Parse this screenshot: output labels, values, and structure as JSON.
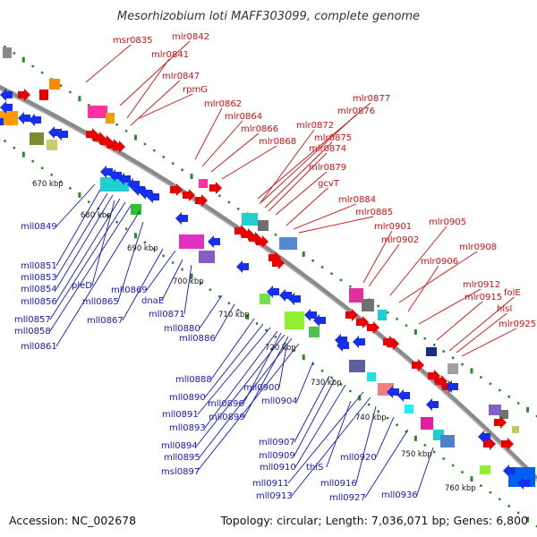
{
  "title": "Mesorhizobium loti MAFF303099, complete genome",
  "accession": "Accession: NC_002678",
  "summary": "Topology: circular; Length: 7,036,071 bp; Genes: 6,800",
  "colors": {
    "forward_label": "#d01010",
    "reverse_label": "#1515c8",
    "backbone": "#8a8a8a",
    "tick_dots": "#2a8a2a"
  },
  "kbp_marks": [
    "670 kbp",
    "680 kbp",
    "690 kbp",
    "700 kbp",
    "710 kbp",
    "720 kbp",
    "730 kbp",
    "740 kbp",
    "750 kbp",
    "760 kbp"
  ],
  "forward_genes": [
    "msr0835",
    "mlr0842",
    "mlr0841",
    "mlr0847",
    "rpmG",
    "mlr0862",
    "mlr0864",
    "mlr0866",
    "mlr0868",
    "mlr0872",
    "mlr0874",
    "mlr0875",
    "mlr0876",
    "mlr0877",
    "mlr0879",
    "gcvT",
    "mlr0884",
    "mlr0885",
    "mlr0901",
    "mlr0902",
    "mlr0905",
    "mlr0906",
    "mlr0908",
    "mlr0912",
    "mlr0915",
    "folE",
    "hisI",
    "mlr0925"
  ],
  "reverse_genes": [
    "mll0849",
    "mll0851",
    "mll0853",
    "mll0854",
    "mll0856",
    "mll0857",
    "mll0858",
    "mll0861",
    "pleD",
    "mll0865",
    "mll0867",
    "mll0869",
    "dnaE",
    "mll0871",
    "mll0880",
    "mll0886",
    "mll0888",
    "mll0890",
    "mll0891",
    "mll0893",
    "mll0894",
    "mll0895",
    "msl0897",
    "mll0896",
    "mll0899",
    "mll0900",
    "mll0904",
    "mll0907",
    "mll0909",
    "mll0910",
    "mll0911",
    "mll0913",
    "thiS",
    "mll0916",
    "mll0920",
    "mll0927",
    "mll0936"
  ]
}
